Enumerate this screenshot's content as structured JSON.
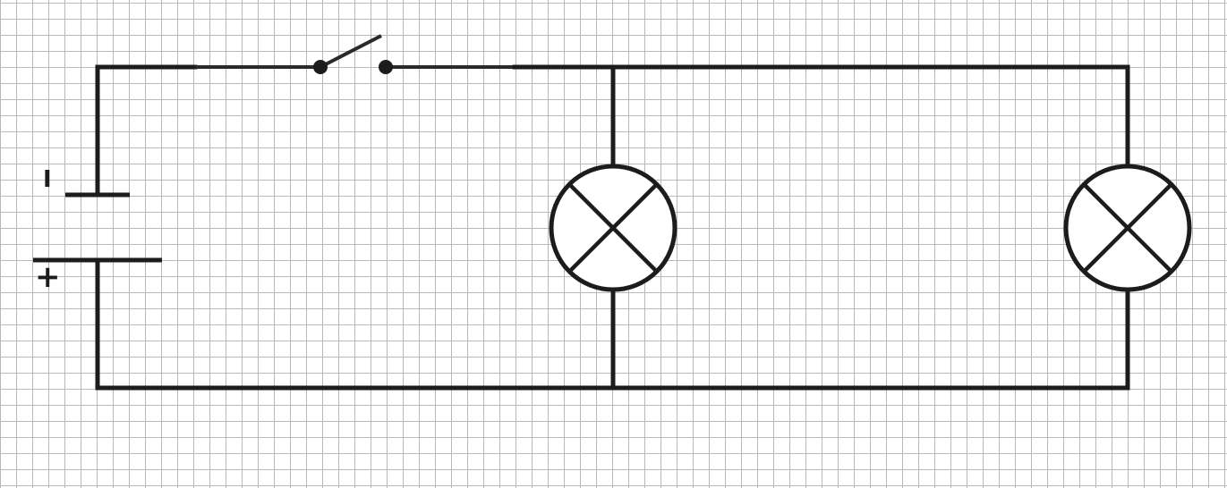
{
  "diagram": {
    "battery": {
      "negative_label": "I",
      "positive_label": "+"
    },
    "switch": {
      "state": "open"
    },
    "lamps": [
      {
        "id": "lamp-1"
      },
      {
        "id": "lamp-2"
      }
    ],
    "colors": {
      "line": "#1c1c1c",
      "grid": "#b8b8b8",
      "background": "#ffffff"
    }
  }
}
